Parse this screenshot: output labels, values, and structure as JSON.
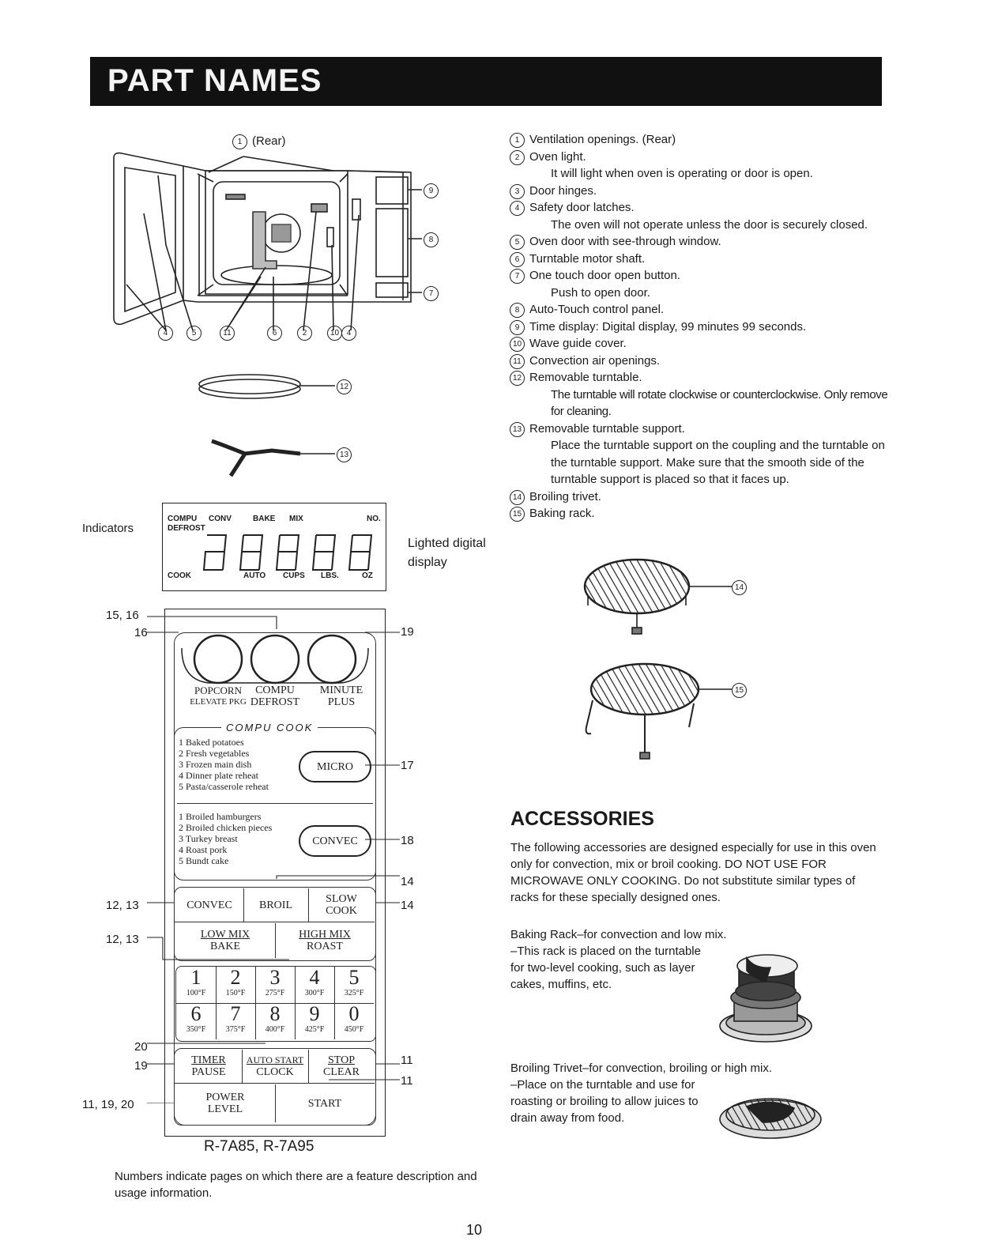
{
  "banner": {
    "title": "PART NAMES"
  },
  "diagram": {
    "rear_label": "(Rear)",
    "markers_bottom": [
      "4",
      "5",
      "11",
      "6",
      "2",
      "10",
      "4"
    ],
    "markers_side": [
      "9",
      "8",
      "7"
    ],
    "turntable_marker": "12",
    "support_marker": "13",
    "trivet_marker": "14",
    "rack_marker": "15"
  },
  "display": {
    "indicators_label": "Indicators",
    "lighted_label_1": "Lighted digital",
    "lighted_label_2": "display",
    "top_labels": [
      "COMPU",
      "CONV",
      "BAKE",
      "MIX",
      "NO."
    ],
    "left_top": "DEFROST",
    "left_bottom": "COOK",
    "bottom_labels": [
      "AUTO",
      "CUPS",
      "LBS.",
      "OZ"
    ]
  },
  "panel": {
    "left_refs": [
      "15, 16",
      "16",
      "12, 13",
      "12, 13",
      "20",
      "19",
      "11, 19, 20"
    ],
    "right_refs": [
      "19",
      "17",
      "18",
      "14",
      "14",
      "11",
      "11"
    ],
    "round_labels": [
      {
        "l1": "POPCORN",
        "l2": "ELEVATE PKG"
      },
      {
        "l1": "COMPU",
        "l2": "DEFROST"
      },
      {
        "l1": "MINUTE",
        "l2": "PLUS"
      }
    ],
    "compu_cook_title": "COMPU COOK",
    "micro_items": [
      "1  Baked potatoes",
      "2  Fresh vegetables",
      "3  Frozen main dish",
      "4  Dinner plate reheat",
      "5  Pasta/casserole reheat"
    ],
    "micro_button": "MICRO",
    "convec_items": [
      "1  Broiled hamburgers",
      "2  Broiled chicken pieces",
      "3  Turkey breast",
      "4  Roast pork",
      "5  Bundt cake"
    ],
    "convec_button": "CONVEC",
    "row1": [
      "CONVEC",
      "BROIL",
      "SLOW",
      "COOK"
    ],
    "row2": [
      "LOW MIX",
      "BAKE",
      "HIGH MIX",
      "ROAST"
    ],
    "keys": [
      {
        "n": "1",
        "t": "100°F"
      },
      {
        "n": "2",
        "t": "150°F"
      },
      {
        "n": "3",
        "t": "275°F"
      },
      {
        "n": "4",
        "t": "300°F"
      },
      {
        "n": "5",
        "t": "325°F"
      },
      {
        "n": "6",
        "t": "350°F"
      },
      {
        "n": "7",
        "t": "375°F"
      },
      {
        "n": "8",
        "t": "400°F"
      },
      {
        "n": "9",
        "t": "425°F"
      },
      {
        "n": "0",
        "t": "450°F"
      }
    ],
    "row3": [
      "TIMER",
      "PAUSE",
      "AUTO START",
      "CLOCK",
      "STOP",
      "CLEAR"
    ],
    "row4": [
      "POWER",
      "LEVEL",
      "START"
    ]
  },
  "model": "R-7A85, R-7A95",
  "footnote": "Numbers indicate pages on which there are a feature description and usage information.",
  "page_number": "10",
  "parts": [
    {
      "num": "1",
      "name": "Ventilation openings. (Rear)"
    },
    {
      "num": "2",
      "name": "Oven light.",
      "desc": "It will light when oven is operating or door is open."
    },
    {
      "num": "3",
      "name": "Door hinges."
    },
    {
      "num": "4",
      "name": "Safety door latches.",
      "desc": "The oven will not operate unless the door is securely closed."
    },
    {
      "num": "5",
      "name": "Oven door with see-through window."
    },
    {
      "num": "6",
      "name": "Turntable motor shaft."
    },
    {
      "num": "7",
      "name": "One touch door open button.",
      "desc": "Push to open door."
    },
    {
      "num": "8",
      "name": "Auto-Touch control panel."
    },
    {
      "num": "9",
      "name": "Time display: Digital display, 99 minutes 99 seconds."
    },
    {
      "num": "10",
      "name": "Wave guide cover."
    },
    {
      "num": "11",
      "name": "Convection air openings."
    },
    {
      "num": "12",
      "name": "Removable turntable.",
      "desc": "The turntable will rotate clockwise or counterclockwise. Only remove for cleaning."
    },
    {
      "num": "13",
      "name": "Removable turntable support.",
      "desc": "Place the turntable support on the coupling and the turntable on the turntable support. Make sure that the smooth side of the turntable support is placed so that it faces up."
    },
    {
      "num": "14",
      "name": "Broiling trivet."
    },
    {
      "num": "15",
      "name": "Baking rack."
    }
  ],
  "accessories": {
    "title": "ACCESSORIES",
    "intro": "The following accessories are designed especially for use in this oven only for convection, mix or broil cooking. DO NOT USE FOR MICROWAVE ONLY COOKING. Do not substitute similar types of racks for these specially designed ones.",
    "baking_head": "Baking Rack–for convection and low mix.",
    "baking_desc": "–This rack is placed on the turntable for two-level cooking, such as layer cakes, muffins, etc.",
    "broiling_head": "Broiling Trivet–for convection, broiling or high mix.",
    "broiling_desc": "–Place on the turntable and use for roasting or broiling to allow juices to drain away from food."
  },
  "colors": {
    "banner_bg": "#111111",
    "ink": "#1a1a1a",
    "paper": "#ffffff"
  }
}
